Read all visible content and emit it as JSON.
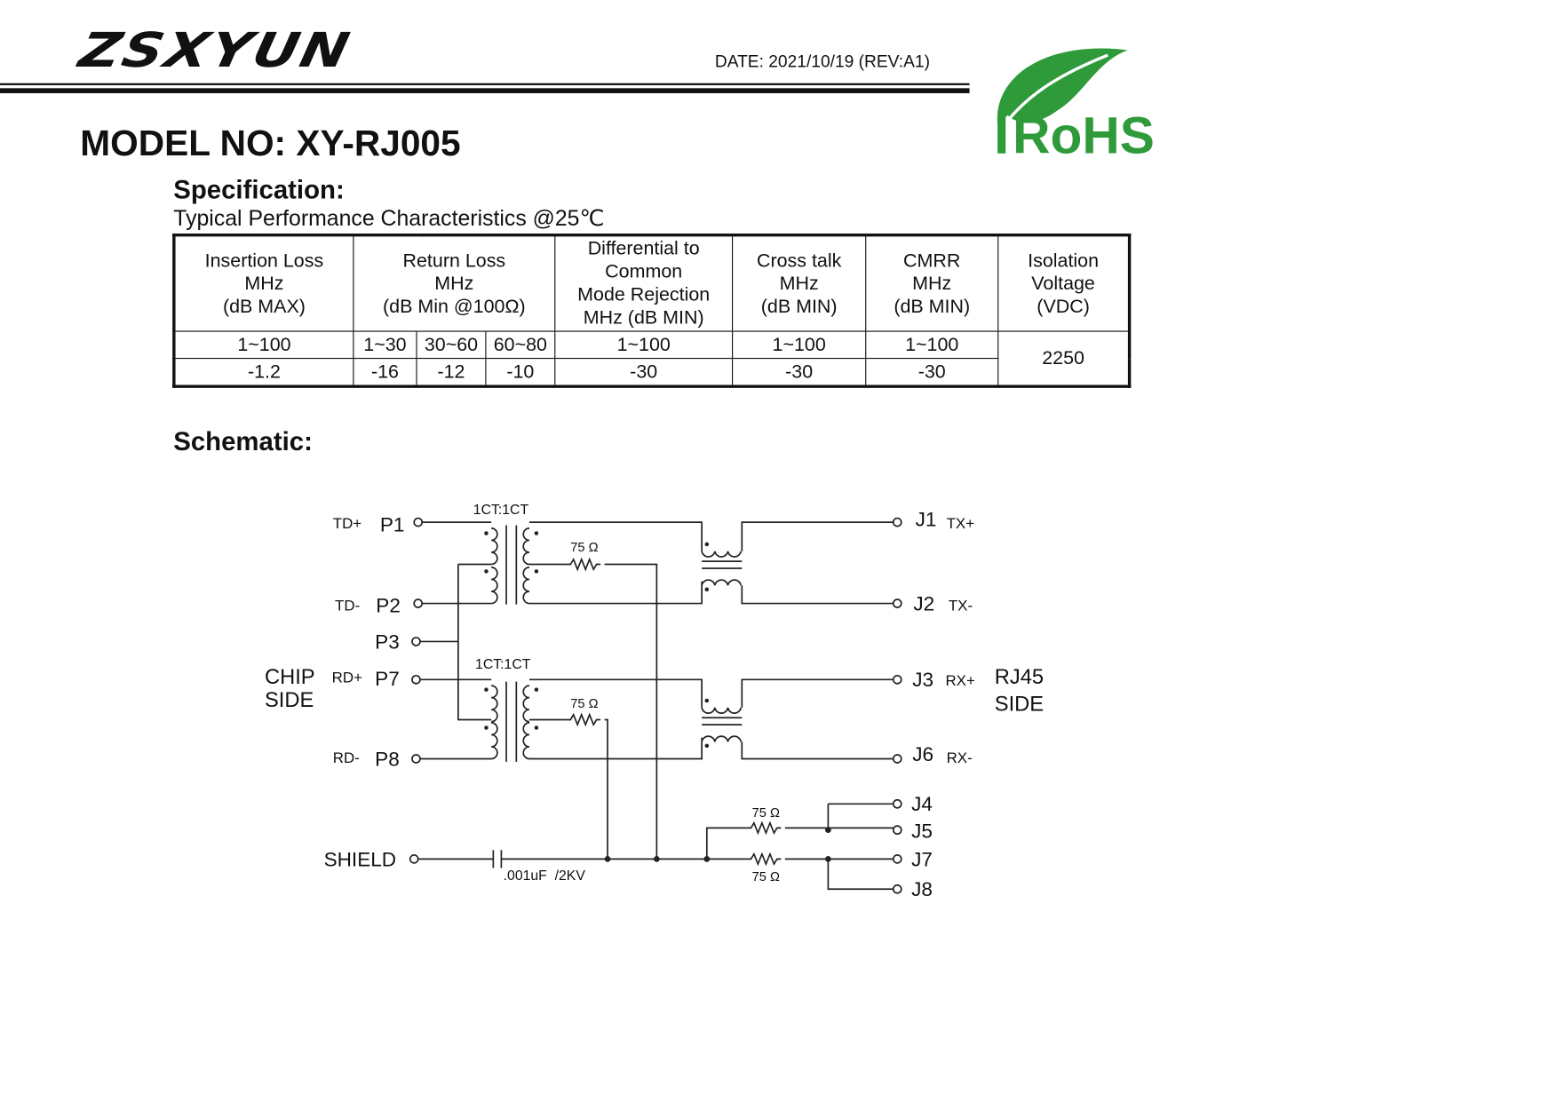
{
  "header": {
    "logo": "ZSXYUN",
    "date": "DATE: 2021/10/19 (REV:A1)",
    "rohs_logo": "RoHS"
  },
  "model": "MODEL NO: XY-RJ005",
  "spec": {
    "title": "Specification:",
    "subtitle": "Typical Performance Characteristics @25℃",
    "headers": [
      "Insertion Loss\nMHz\n(dB MAX)",
      "Return Loss\nMHz\n(dB Min @100Ω)",
      "Differential to\nCommon\nMode Rejection\nMHz (dB MIN)",
      "Cross talk\nMHz\n(dB MIN)",
      "CMRR\nMHz\n(dB MIN)",
      "Isolation\nVoltage\n(VDC)"
    ],
    "freq": [
      "1~100",
      "1~30",
      "30~60",
      "60~80",
      "1~100",
      "1~100",
      "1~100"
    ],
    "values": [
      "-1.2",
      "-16",
      "-12",
      "-10",
      "-30",
      "-30",
      "-30"
    ],
    "isolation": "2250"
  },
  "schematic": {
    "title": "Schematic:",
    "ratio1": "1CT:1CT",
    "ratio2": "1CT:1CT",
    "res": "75 Ω",
    "cap": ".001uF  /2KV",
    "chip_side": [
      "CHIP",
      "SIDE"
    ],
    "rj45_side": [
      "RJ45",
      "SIDE"
    ],
    "left_pins": [
      {
        "sig": "TD+",
        "pin": "P1"
      },
      {
        "sig": "TD-",
        "pin": "P2"
      },
      {
        "sig": "",
        "pin": "P3"
      },
      {
        "sig": "RD+",
        "pin": "P7"
      },
      {
        "sig": "RD-",
        "pin": "P8"
      },
      {
        "sig": "",
        "pin": "SHIELD"
      }
    ],
    "right_pins": [
      {
        "pin": "J1",
        "sig": "TX+"
      },
      {
        "pin": "J2",
        "sig": "TX-"
      },
      {
        "pin": "J3",
        "sig": "RX+"
      },
      {
        "pin": "J6",
        "sig": "RX-"
      },
      {
        "pin": "J4",
        "sig": ""
      },
      {
        "pin": "J5",
        "sig": ""
      },
      {
        "pin": "J7",
        "sig": ""
      },
      {
        "pin": "J8",
        "sig": ""
      }
    ]
  }
}
